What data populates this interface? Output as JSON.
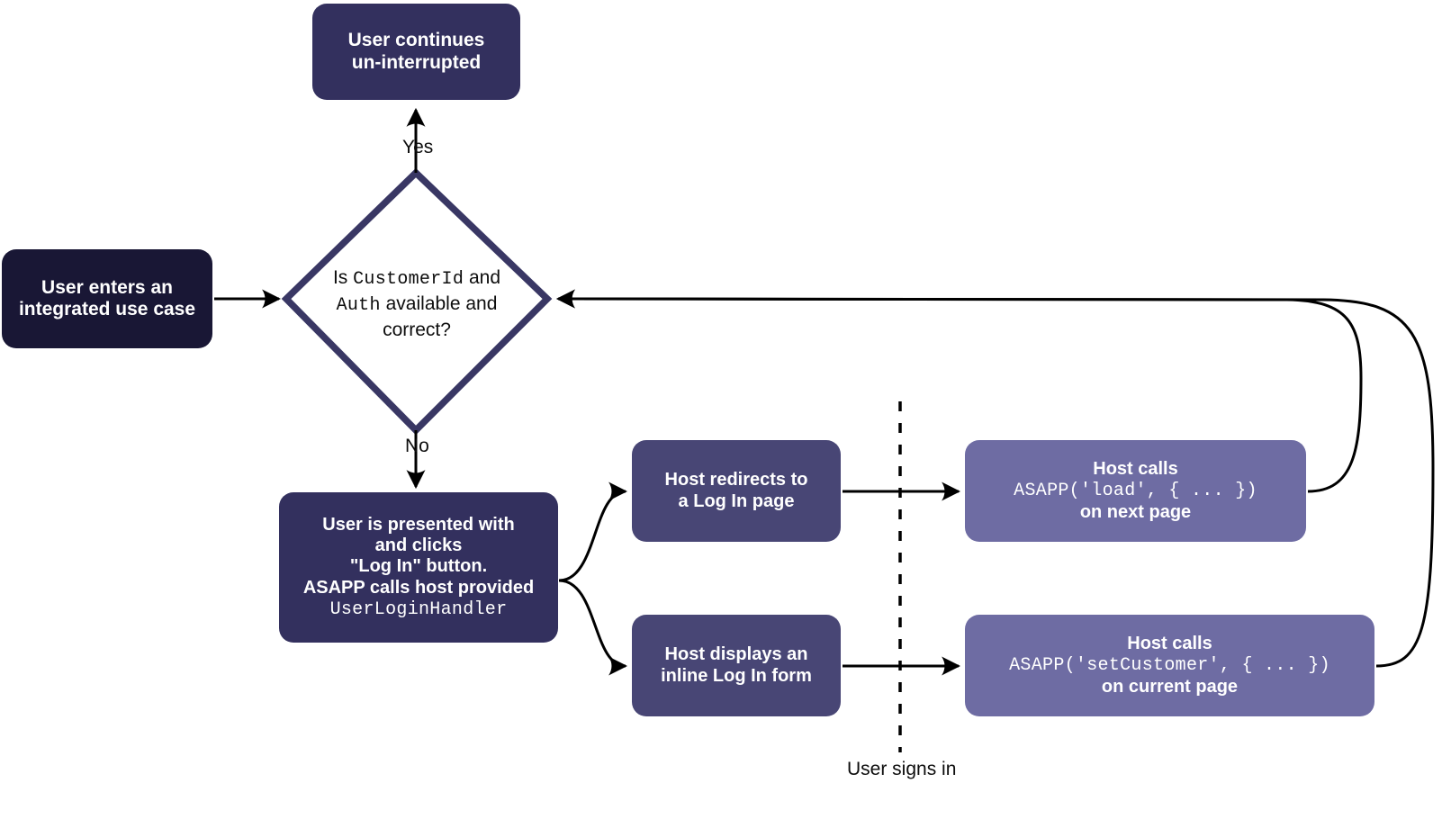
{
  "diagram": {
    "title": "ASAPP integrated use case authentication flow",
    "colors": {
      "darkest": "#191735",
      "dark": "#33305e",
      "mid": "#484675",
      "light": "#6e6ca3",
      "diamond_stroke": "#393764",
      "edge": "#000000",
      "background": "#ffffff",
      "node_text": "#ffffff",
      "label_text": "#0d0d0d"
    },
    "nodes": {
      "start": {
        "lines": [
          "User enters an",
          "integrated use case"
        ],
        "shape": "rounded-rect",
        "tier": "darkest"
      },
      "continue": {
        "lines": [
          "User continues",
          "un-interrupted"
        ],
        "shape": "rounded-rect",
        "tier": "dark"
      },
      "decision": {
        "shape": "diamond",
        "segments": [
          {
            "text": "Is ",
            "mono": false
          },
          {
            "text": "CustomerId",
            "mono": true
          },
          {
            "text": " and",
            "mono": false
          },
          {
            "text": "Auth",
            "mono": true
          },
          {
            "text": " available and",
            "mono": false
          },
          {
            "text": "correct?",
            "mono": false
          }
        ],
        "plain_text": "Is CustomerId and Auth available and correct?"
      },
      "login": {
        "shape": "rounded-rect",
        "tier": "dark",
        "lines": [
          "User is presented with",
          "and clicks",
          "\"Log In\" button.",
          "ASAPP calls host provided"
        ],
        "mono_line": "UserLoginHandler"
      },
      "redirect": {
        "lines": [
          "Host redirects to",
          "a Log In page"
        ],
        "shape": "rounded-rect",
        "tier": "mid"
      },
      "inline_form": {
        "lines": [
          "Host displays an",
          "inline Log In form"
        ],
        "shape": "rounded-rect",
        "tier": "mid"
      },
      "host_load": {
        "shape": "rounded-rect",
        "tier": "light",
        "line_top": "Host calls",
        "mono_line": "ASAPP('load', { ... })",
        "line_bottom": "on next page"
      },
      "host_setcustomer": {
        "shape": "rounded-rect",
        "tier": "light",
        "line_top": "Host calls",
        "mono_line": "ASAPP('setCustomer', { ... })",
        "line_bottom": "on current page"
      }
    },
    "edge_labels": {
      "yes": "Yes",
      "no": "No",
      "user_signs_in": "User signs in"
    },
    "edges": [
      {
        "from": "start",
        "to": "decision",
        "label": ""
      },
      {
        "from": "decision",
        "to": "continue",
        "label": "Yes"
      },
      {
        "from": "decision",
        "to": "login",
        "label": "No"
      },
      {
        "from": "login",
        "to": "redirect",
        "label": ""
      },
      {
        "from": "login",
        "to": "inline_form",
        "label": ""
      },
      {
        "from": "redirect",
        "to": "host_load",
        "label": ""
      },
      {
        "from": "inline_form",
        "to": "host_setcustomer",
        "label": ""
      },
      {
        "from": "host_load",
        "to": "decision",
        "label": ""
      },
      {
        "from": "host_setcustomer",
        "to": "decision",
        "label": ""
      }
    ],
    "divider": {
      "style": "dashed-vertical",
      "label": "User signs in"
    }
  }
}
